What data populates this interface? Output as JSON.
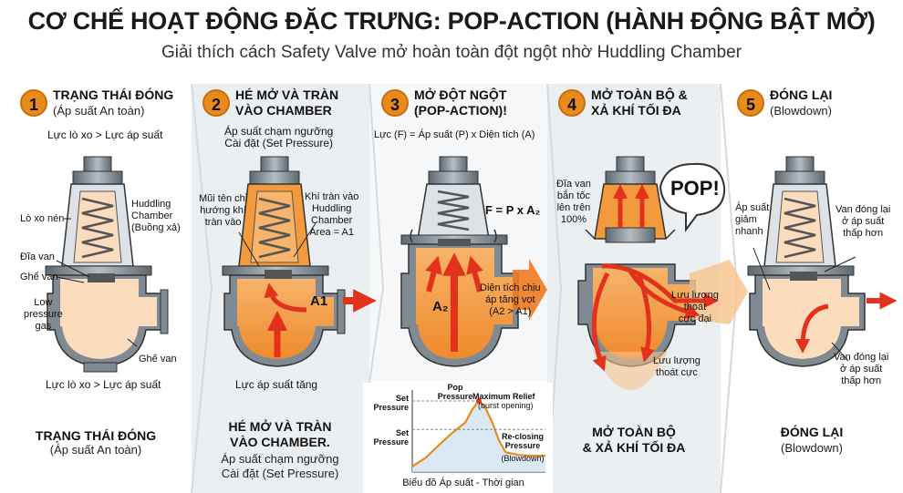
{
  "title": "CƠ CHẾ HOẠT ĐỘNG ĐẶC TRƯNG: POP-ACTION (HÀNH ĐỘNG BẬT MỞ)",
  "subtitle": "Giải thích cách Safety Valve mở hoàn toàn đột ngột nhờ Huddling Chamber",
  "colors": {
    "accent": "#e98a1c",
    "gas_light": "#fbdcbd",
    "gas_orange": "#f39a3c",
    "arrow_red": "#e2321c",
    "metal": "#7f8a93",
    "panel_bg": "#eef1f4"
  },
  "steps": [
    {
      "num": "1",
      "title": "TRẠNG THÁI ĐÓNG",
      "sub": "(Áp suất An toàn)",
      "top_note": "Lực lò xo > Lực áp suất",
      "labels": {
        "spring": "Lò xo nén",
        "huddling": "Huddling\nChamber\n(Buồng xả)",
        "disc": "Đĩa van",
        "seat_left": "Ghế van",
        "gas": "Low\npressure\ngas",
        "seat_right": "Ghế van"
      },
      "bottom_note": "Lực lò xo > Lực áp suất",
      "caption_title": "TRẠNG THÁI ĐÓNG",
      "caption_sub": "(Áp suất An toàn)"
    },
    {
      "num": "2",
      "title": "HÉ MỞ VÀ TRÀN\nVÀO CHAMBER",
      "top_note": "Áp suất chạm ngưỡng\nCài đặt (Set Pressure)",
      "labels": {
        "tip": "Mũi tên chỉ\nhướng khí\ntràn vào",
        "overflow": "Khí tràn vào\nHuddling\nChamber\nArea = A1",
        "a1": "A1"
      },
      "bottom_note": "Lực áp suất tăng",
      "caption_title": "HÉ MỞ VÀ TRÀN\nVÀO CHAMBER.",
      "caption_sub": "Áp suất chạm ngưỡng\nCài đặt (Set Pressure)"
    },
    {
      "num": "3",
      "title": "MỞ ĐỘT NGỘT\n(POP-ACTION)!",
      "top_note": "Lực (F) = Áp suất (P) x Diện tích (A)",
      "labels": {
        "formula": "F = P x A₂",
        "a2": "A₂",
        "area_note": "Diện tích chịu\náp tăng vọt\n(A2 > A1)"
      }
    },
    {
      "num": "4",
      "title": "MỞ TOÀN BỘ &\nXẢ KHÍ TỐI ĐA",
      "labels": {
        "disc_speed": "Đĩa van\nbắn tốc\nlên trên\n100%",
        "pop": "POP!",
        "max_flow": "Lưu lượng\nthoát\ncực đại",
        "flow2": "Lưu lượng\nthoát cực"
      },
      "caption_title": "MỞ TOÀN BỘ\n& XẢ KHÍ TỐI ĐA"
    },
    {
      "num": "5",
      "title": "ĐÓNG LẠI",
      "sub": "(Blowdown)",
      "labels": {
        "drop": "Áp suất\ngiảm\nnhanh",
        "close_top": "Van đóng lại\nở áp suất\nthấp hơn",
        "close_bottom": "Van đóng lại\nở áp suất\nthấp hơn"
      },
      "caption_title": "ĐÓNG LẠI",
      "caption_sub": "(Blowdown)"
    }
  ],
  "chart_data": {
    "type": "line",
    "title": "Biểu đồ Áp suất - Thời gian",
    "xlabel": "",
    "ylabel": "",
    "series": [
      {
        "x": [
          0,
          10,
          20,
          30,
          40,
          45,
          50,
          55,
          60,
          65,
          70,
          80,
          90,
          100
        ],
        "y": [
          0.08,
          0.2,
          0.38,
          0.55,
          0.7,
          0.88,
          1.0,
          0.9,
          0.7,
          0.45,
          0.28,
          0.24,
          0.23,
          0.23
        ]
      }
    ],
    "annotations": {
      "set_pressure_top": "Set\nPressure",
      "pop_pressure": "Pop\nPressure",
      "max_relief": "Maximum Relief",
      "burst": "(burst opening)",
      "set_pressure_mid": "Set\nPressure",
      "reclosing": "Re-closing\nPressure",
      "blowdown": "(Blowdown)"
    }
  }
}
